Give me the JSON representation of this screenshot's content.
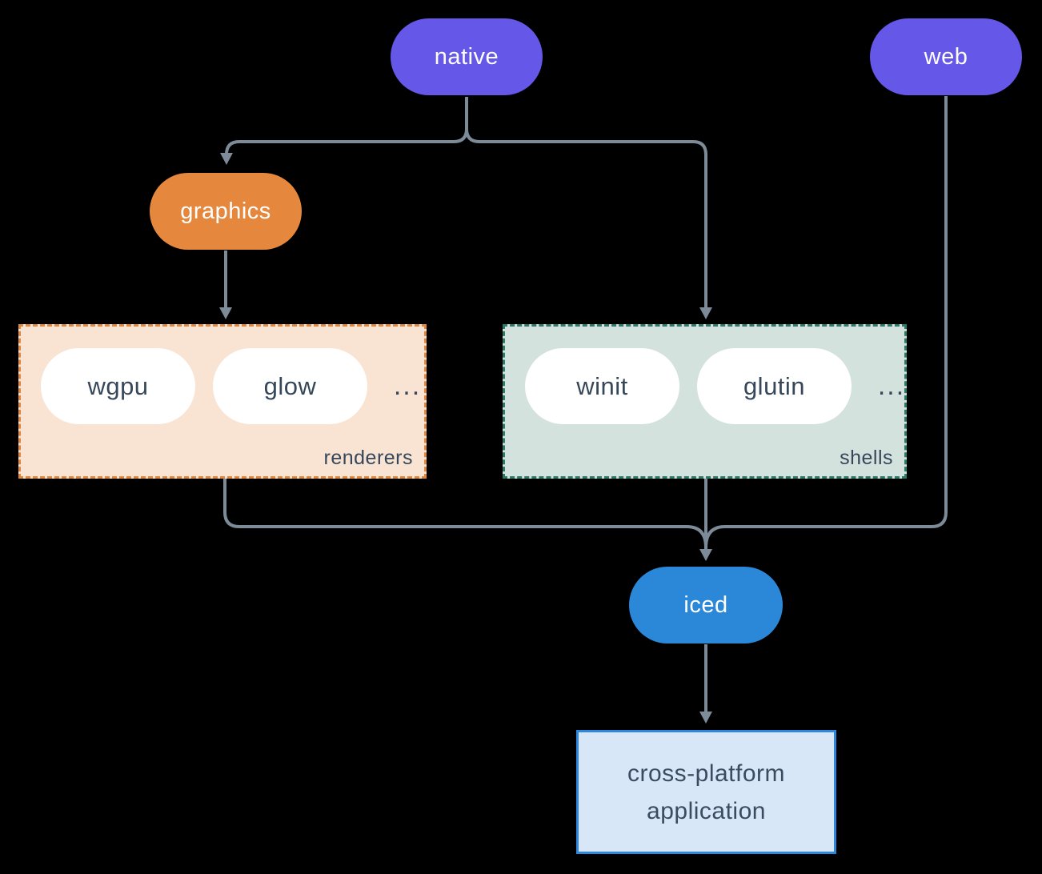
{
  "diagram": {
    "background": "#000000",
    "line_color": "#7d8b99",
    "nodes": {
      "native": {
        "label": "native",
        "color": "#6557e8",
        "text_color": "#ffffff"
      },
      "web": {
        "label": "web",
        "color": "#6557e8",
        "text_color": "#ffffff"
      },
      "graphics": {
        "label": "graphics",
        "color": "#e5883e",
        "text_color": "#ffffff"
      },
      "iced": {
        "label": "iced",
        "color": "#2b87d8",
        "text_color": "#ffffff"
      },
      "app": {
        "lines": [
          "cross-platform",
          "application"
        ],
        "fill": "#d7e7f8",
        "border": "#2d87dc",
        "text_color": "#3a4d60"
      }
    },
    "groups": {
      "renderers": {
        "label": "renderers",
        "items": [
          "wgpu",
          "glow"
        ],
        "more": "...",
        "fill": "#f9e4d4",
        "border": "#e0883f",
        "item_text_color": "#36475a"
      },
      "shells": {
        "label": "shells",
        "items": [
          "winit",
          "glutin"
        ],
        "more": "...",
        "fill": "#d3e2dc",
        "border": "#2e7a68",
        "item_text_color": "#36475a"
      }
    },
    "edges": [
      {
        "from": "native",
        "to": "graphics"
      },
      {
        "from": "native",
        "to": "shells"
      },
      {
        "from": "graphics",
        "to": "renderers"
      },
      {
        "from": "renderers",
        "to": "iced"
      },
      {
        "from": "shells",
        "to": "iced"
      },
      {
        "from": "web",
        "to": "iced"
      },
      {
        "from": "iced",
        "to": "app"
      }
    ]
  }
}
